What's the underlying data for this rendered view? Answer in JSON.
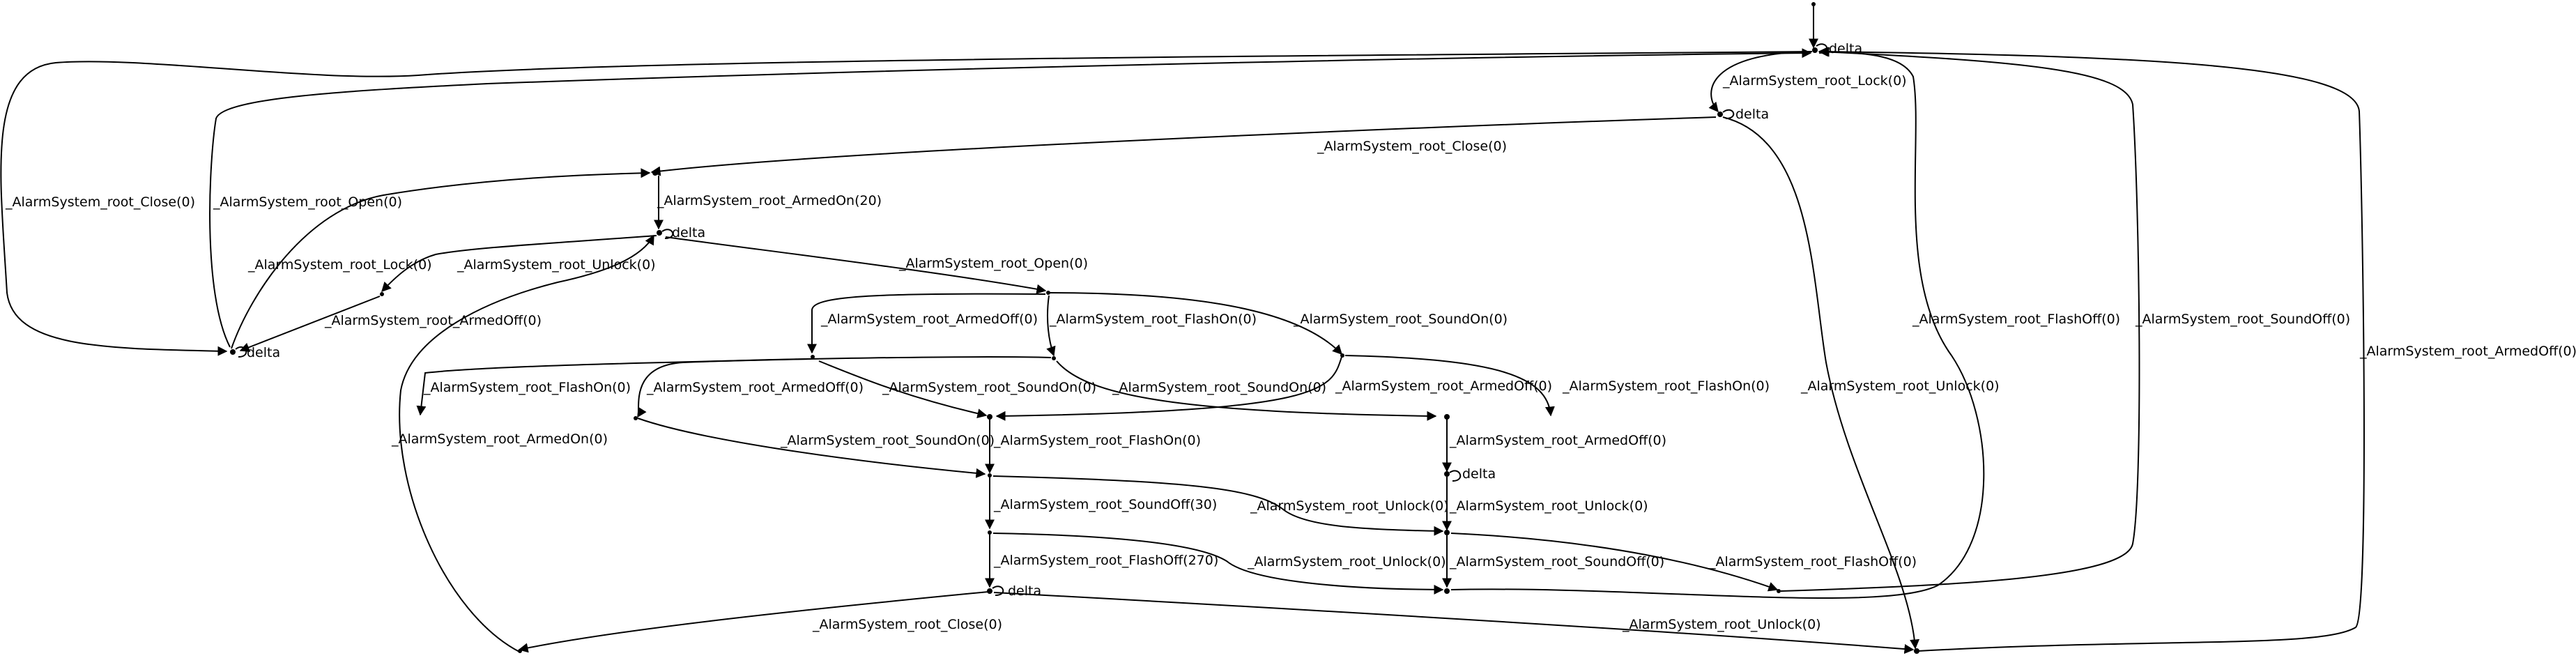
{
  "diagram": {
    "labels": {
      "delta_top": "delta",
      "lock_top": "_AlarmSystem_root_Lock(0)",
      "delta_2": "delta",
      "close_top": "_AlarmSystem_root_Close(0)",
      "armedon20": "_AlarmSystem_root_ArmedOn(20)",
      "close_left": "_AlarmSystem_root_Close(0)",
      "open_left": "_AlarmSystem_root_Open(0)",
      "delta_3": "delta",
      "lock_mid": "_AlarmSystem_root_Lock(0)",
      "unlock_mid": "_AlarmSystem_root_Unlock(0)",
      "open_mid": "_AlarmSystem_root_Open(0)",
      "armedoff_left": "_AlarmSystem_root_ArmedOff(0)",
      "delta_left": "delta",
      "armedoff_a": "_AlarmSystem_root_ArmedOff(0)",
      "flashon_a": "_AlarmSystem_root_FlashOn(0)",
      "soundon_a": "_AlarmSystem_root_SoundOn(0)",
      "flashon_b": "_AlarmSystem_root_FlashOn(0)",
      "armedoff_b": "_AlarmSystem_root_ArmedOff(0)",
      "soundon_b": "_AlarmSystem_root_SoundOn(0)",
      "soundon_c": "_AlarmSystem_root_SoundOn(0)",
      "armedoff_c": "_AlarmSystem_root_ArmedOff(0)",
      "flashon_c": "_AlarmSystem_root_FlashOn(0)",
      "armedon_left": "_AlarmSystem_root_ArmedOn(0)",
      "soundon_d": "_AlarmSystem_root_SoundOn(0)",
      "flashon_d": "_AlarmSystem_root_FlashOn(0)",
      "armedoff_d": "_AlarmSystem_root_ArmedOff(0)",
      "delta_4": "delta",
      "soundoff30": "_AlarmSystem_root_SoundOff(30)",
      "unlock_a": "_AlarmSystem_root_Unlock(0)",
      "unlock_b": "_AlarmSystem_root_Unlock(0)",
      "flashoff270": "_AlarmSystem_root_FlashOff(270)",
      "unlock_c": "_AlarmSystem_root_Unlock(0)",
      "soundoff_a": "_AlarmSystem_root_SoundOff(0)",
      "flashoff_a": "_AlarmSystem_root_FlashOff(0)",
      "delta_5": "delta",
      "close_bottom": "_AlarmSystem_root_Close(0)",
      "unlock_bottom": "_AlarmSystem_root_Unlock(0)",
      "flashoff_right": "_AlarmSystem_root_FlashOff(0)",
      "soundoff_right": "_AlarmSystem_root_SoundOff(0)",
      "unlock_right": "_AlarmSystem_root_Unlock(0)",
      "armedoff_right": "_AlarmSystem_root_ArmedOff(0)"
    }
  }
}
